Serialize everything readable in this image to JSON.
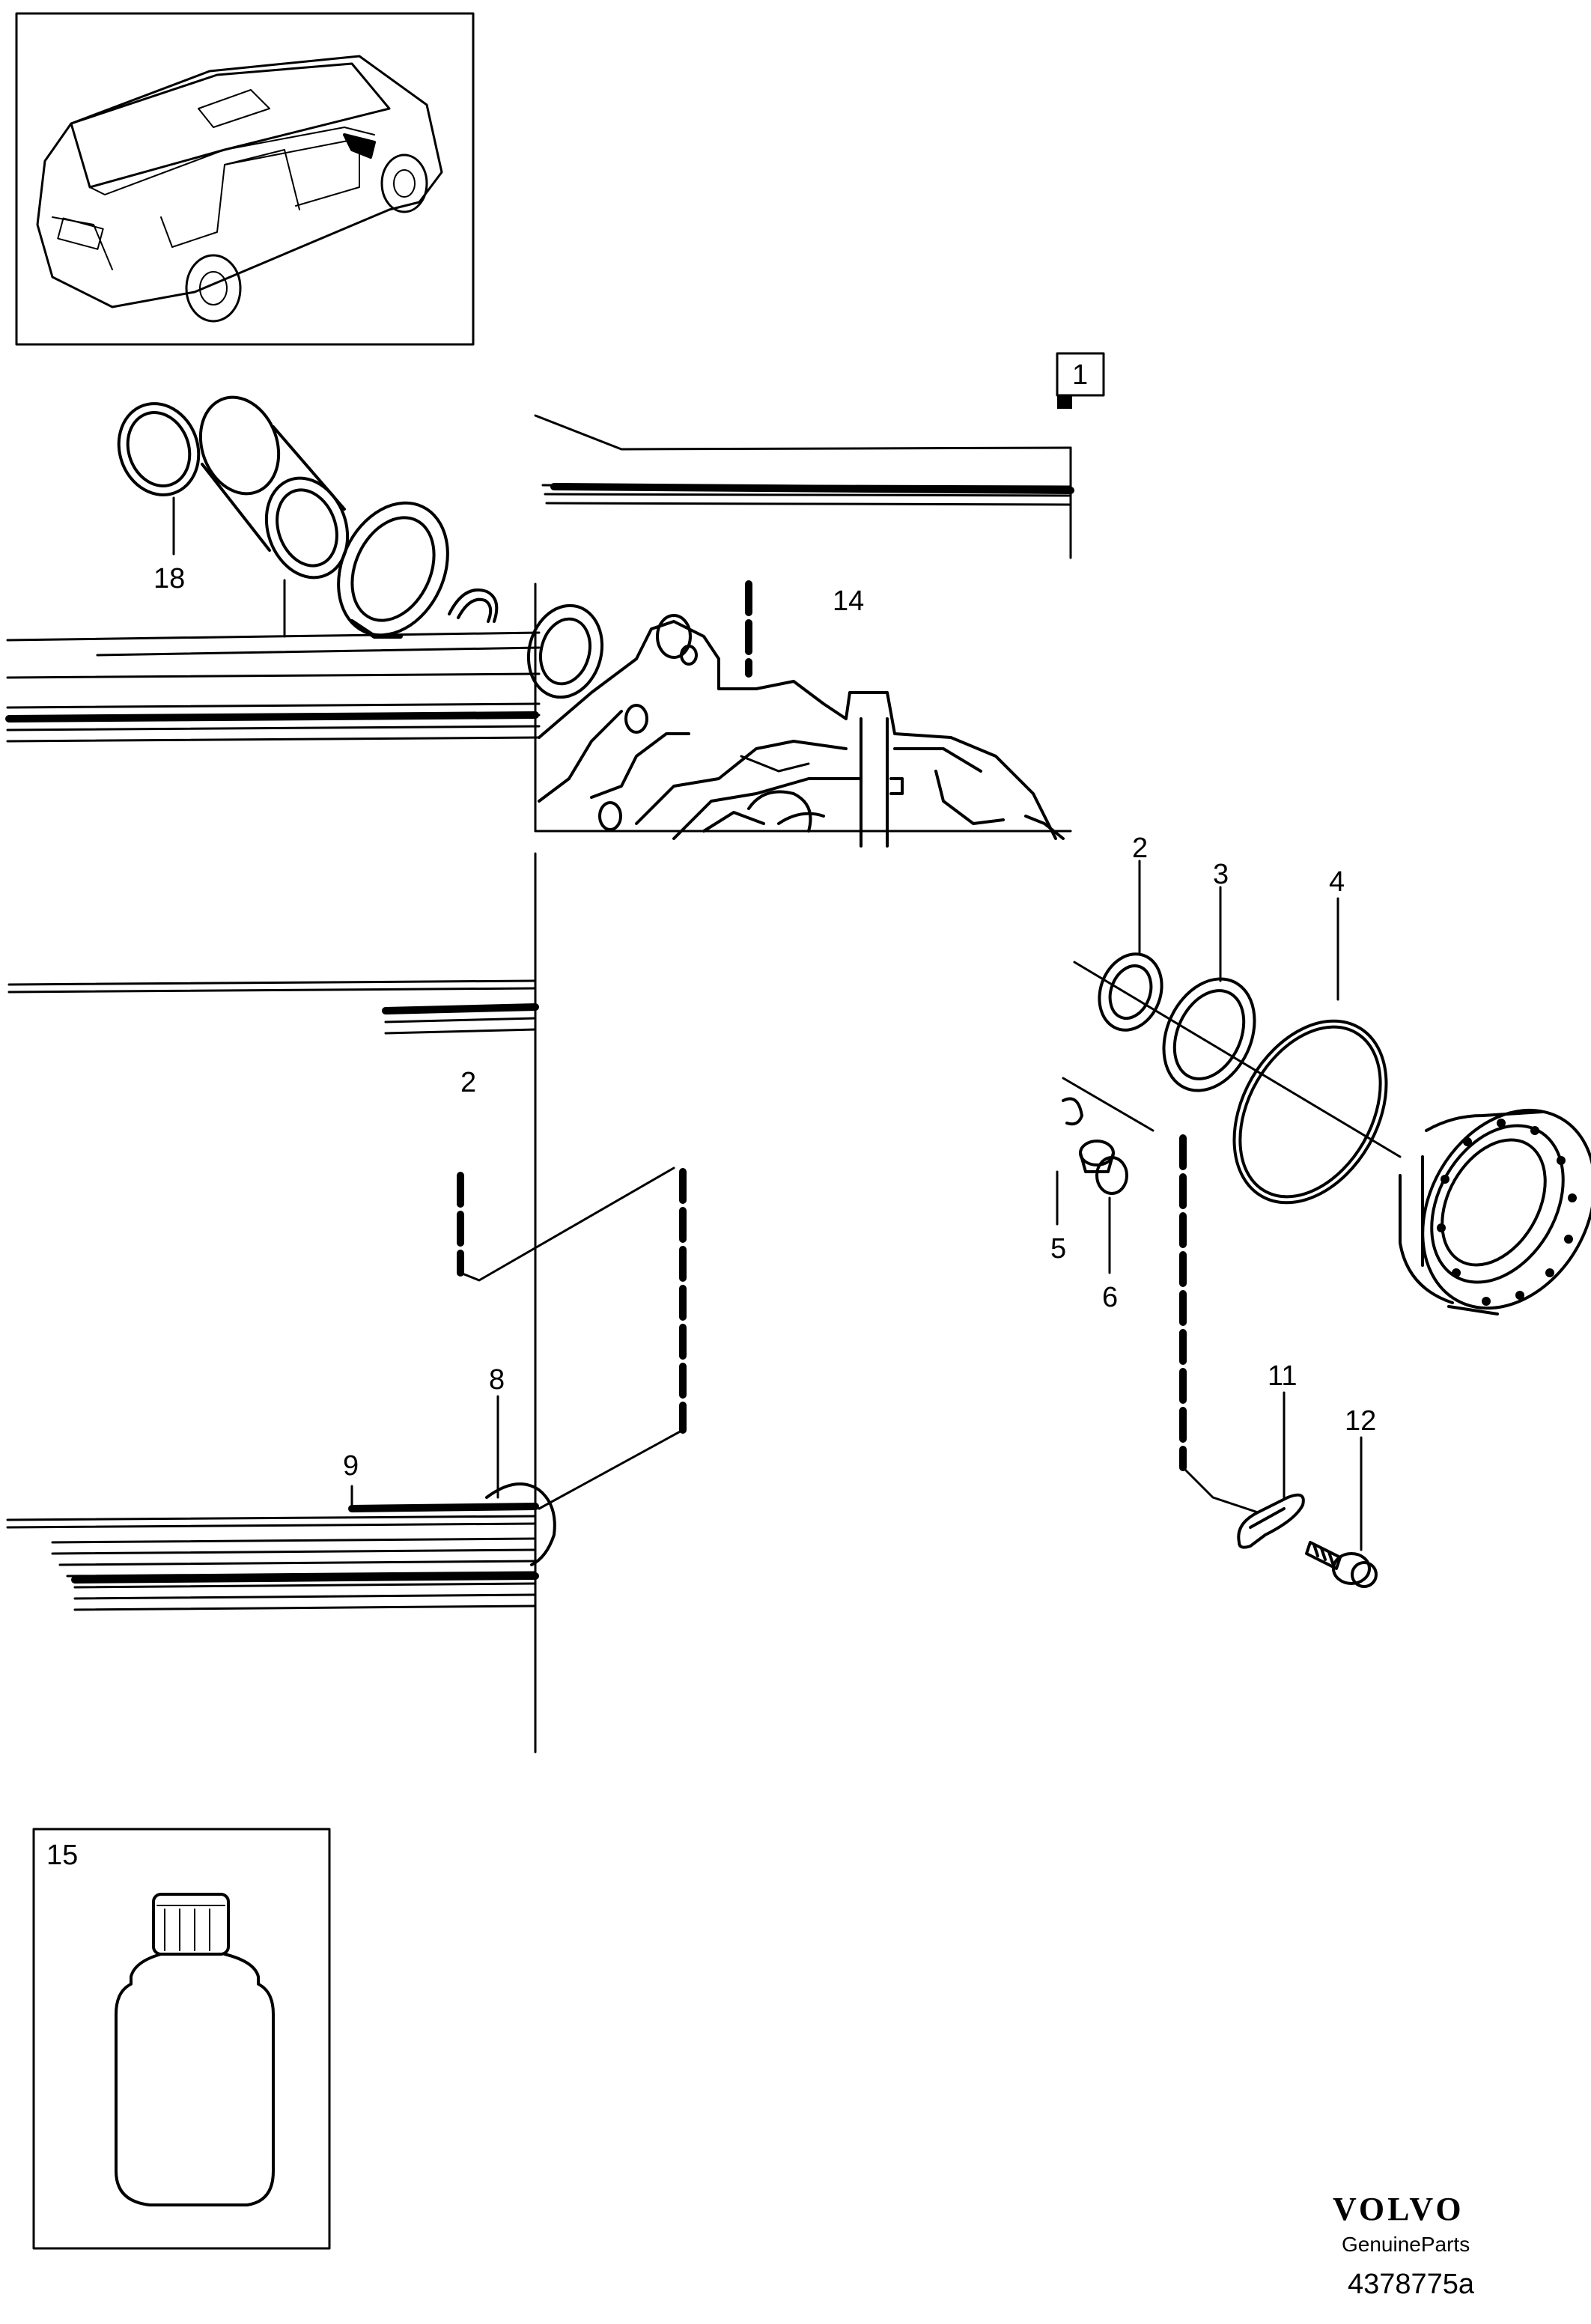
{
  "callouts": {
    "c1": "1",
    "c2a": "2",
    "c2b": "2",
    "c3": "3",
    "c4": "4",
    "c5": "5",
    "c6": "6",
    "c8": "8",
    "c9": "9",
    "c11": "11",
    "c12": "12",
    "c14": "14",
    "c15": "15",
    "c18": "18"
  },
  "footer": {
    "brand": "VOLVO",
    "sub": "GenuineParts",
    "drawing_number": "4378775a"
  },
  "colors": {
    "ink": "#000000",
    "paper": "#ffffff"
  }
}
